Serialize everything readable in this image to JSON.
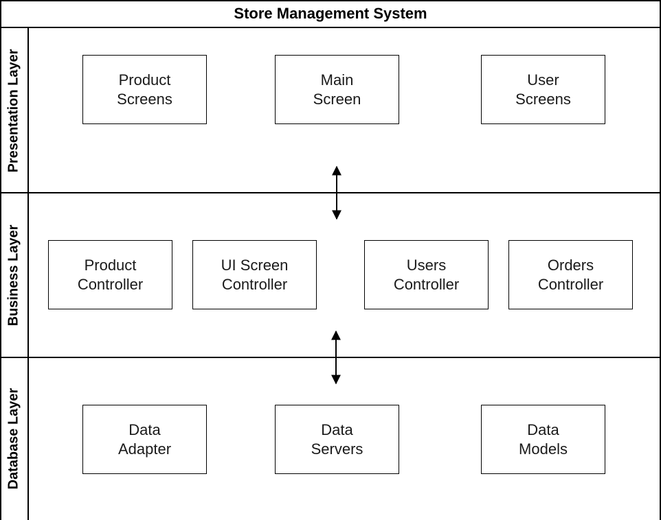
{
  "title": "Store Management System",
  "layers": [
    {
      "label": "Presentation Layer",
      "components": [
        {
          "lines": [
            "Product",
            "Screens"
          ]
        },
        {
          "lines": [
            "Main",
            "Screen"
          ]
        },
        {
          "lines": [
            "User",
            "Screens"
          ]
        }
      ]
    },
    {
      "label": "Business Layer",
      "components": [
        {
          "lines": [
            "Product",
            "Controller"
          ]
        },
        {
          "lines": [
            "UI Screen",
            "Controller"
          ]
        },
        {
          "lines": [
            "Users",
            "Controller"
          ]
        },
        {
          "lines": [
            "Orders",
            "Controller"
          ]
        }
      ]
    },
    {
      "label": "Database Layer",
      "components": [
        {
          "lines": [
            "Data",
            "Adapter"
          ]
        },
        {
          "lines": [
            "Data",
            "Servers"
          ]
        },
        {
          "lines": [
            "Data",
            "Models"
          ]
        }
      ]
    }
  ],
  "connections": [
    {
      "from": "Presentation Layer",
      "to": "Business Layer",
      "type": "bidirectional"
    },
    {
      "from": "Business Layer",
      "to": "Database Layer",
      "type": "bidirectional"
    }
  ],
  "colors": {
    "stroke": "#000000",
    "background": "#ffffff",
    "box_text": "#1a1a1a"
  }
}
